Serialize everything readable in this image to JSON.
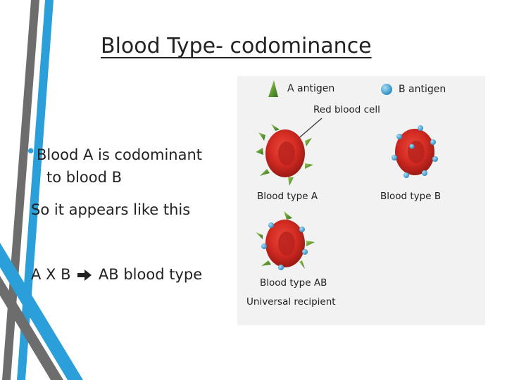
{
  "slide": {
    "title": "Blood Type- codominance",
    "bullet_text_line1": "Blood A is codominant",
    "bullet_text_line2": "to blood B",
    "line_appears": "So it appears like this",
    "line_cross_left": "A X B",
    "line_cross_right": "AB blood type"
  },
  "figure": {
    "legend_a": "A antigen",
    "legend_b": "B antigen",
    "red_cell_label": "Red blood cell",
    "type_a": "Blood type A",
    "type_b": "Blood type B",
    "type_ab": "Blood type AB",
    "universal": "Universal recipient"
  },
  "colors": {
    "accent_blue": "#2b9fd9",
    "deco_gray": "#6d6d6d",
    "cell_red": "#d42b22",
    "antigen_a_green": "#4a8a2a",
    "antigen_b_blue": "#4da9d6"
  }
}
